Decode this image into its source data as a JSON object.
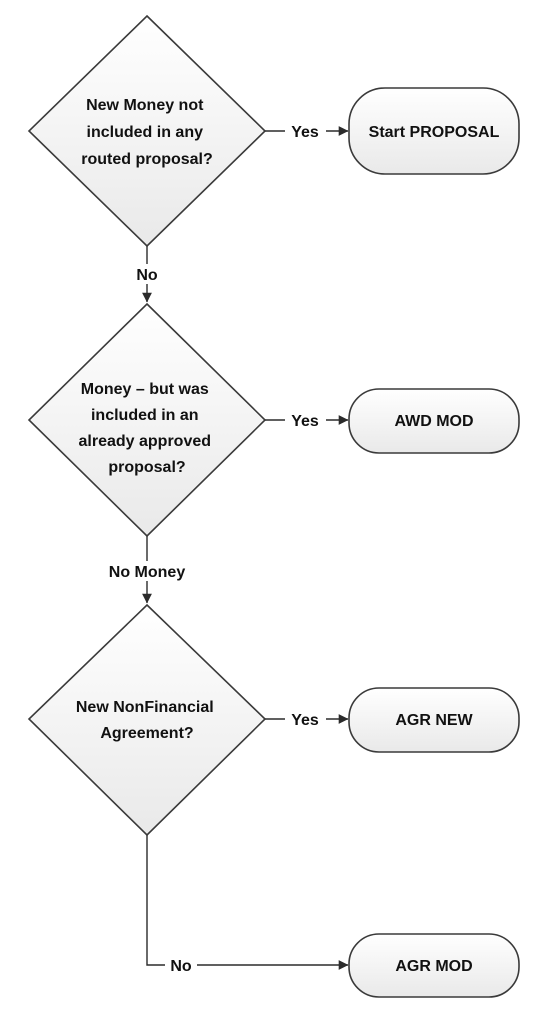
{
  "decisions": [
    {
      "lines": [
        "New Money not",
        "included in any",
        "routed proposal?"
      ]
    },
    {
      "lines": [
        "Money – but was",
        "included in an",
        "already approved",
        "proposal?"
      ]
    },
    {
      "lines": [
        "New NonFinancial",
        "Agreement?"
      ]
    }
  ],
  "outcomes": [
    {
      "label": "Start PROPOSAL"
    },
    {
      "label": "AWD MOD"
    },
    {
      "label": "AGR NEW"
    },
    {
      "label": "AGR MOD"
    }
  ],
  "connectors": {
    "yes_label": "Yes",
    "no_labels": [
      "No",
      "No Money",
      "No"
    ]
  }
}
